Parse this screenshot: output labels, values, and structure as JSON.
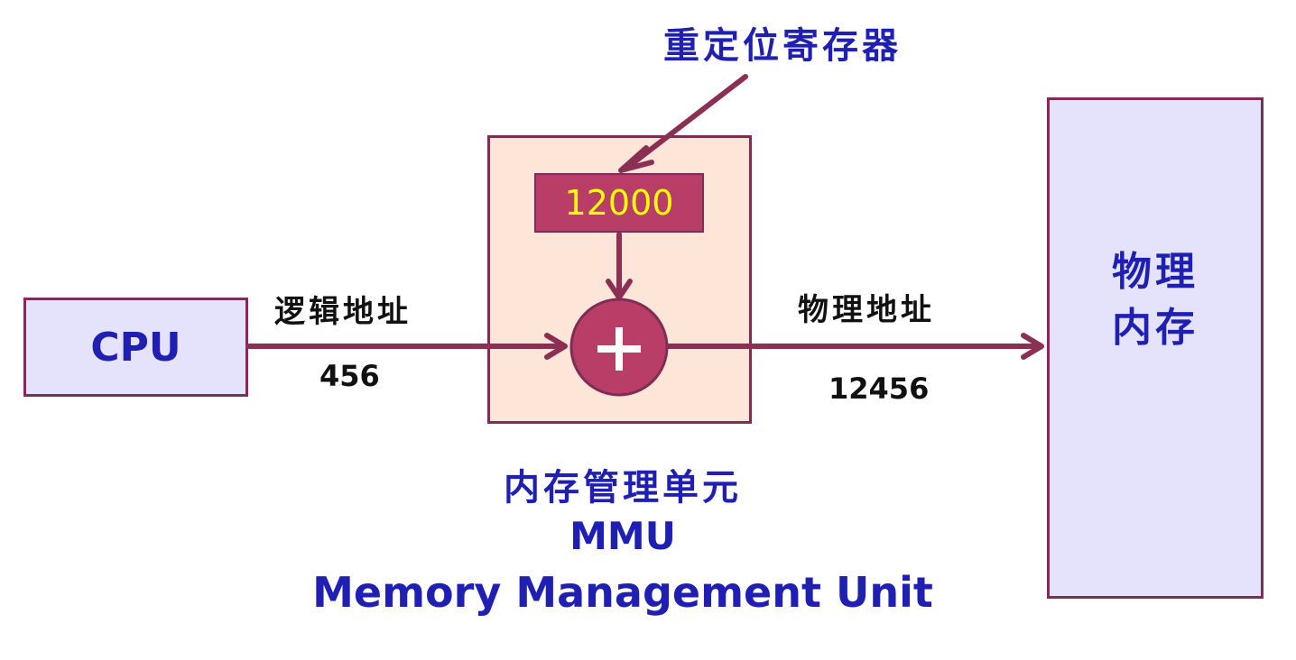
{
  "register": {
    "title": "重定位寄存器",
    "value": "12000"
  },
  "cpu": {
    "label": "CPU"
  },
  "logical_address": {
    "label": "逻辑地址",
    "value": "456"
  },
  "physical_address": {
    "label": "物理地址",
    "value": "12456"
  },
  "physical_memory": {
    "line1": "物理",
    "line2": "内存"
  },
  "mmu": {
    "caption_cn": "内存管理单元",
    "abbr": "MMU",
    "full_name": "Memory Management Unit"
  },
  "adder": {
    "symbol": "+"
  },
  "colors": {
    "arrow": "#8b2f55",
    "box_border": "#7f2d55",
    "cpu_fill": "#e4e3fb",
    "mmu_fill": "#fde5d7",
    "register_fill": "#b83d67",
    "adder_fill": "#b83d67",
    "register_text": "#ffff00",
    "title_text": "#1f1fb4"
  }
}
